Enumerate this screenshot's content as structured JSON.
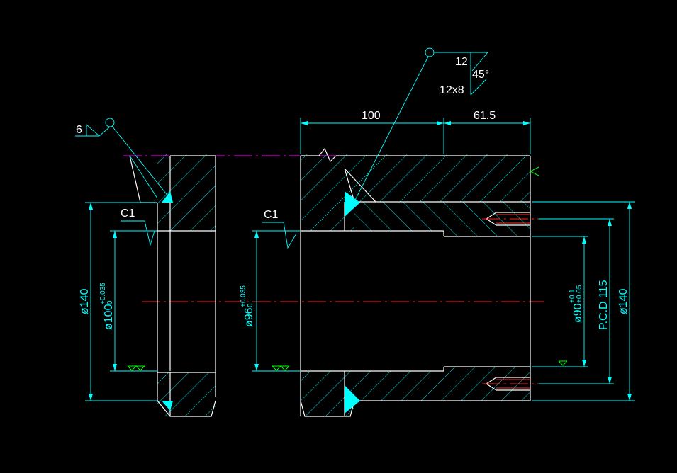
{
  "colors": {
    "background": "#000000",
    "outline": "#ffffff",
    "dimension": "#00ffff",
    "center_line": "#ff2020",
    "reference_line": "#ff00ff",
    "surface_symbol": "#00ff00",
    "thread": "#ff3030"
  },
  "left_part": {
    "weld_size": "6",
    "chamfer": "C1",
    "od": "ø140",
    "bore": "ø100",
    "bore_tol_upper": "+0.035",
    "bore_tol_lower": "0"
  },
  "right_part": {
    "length_total": "100",
    "length_step": "61.5",
    "weld_size": "12",
    "weld_angle": "45°",
    "weld_detail": "12x8",
    "chamfer": "C1",
    "bore": "ø96",
    "bore_tol_upper": "+0.035",
    "bore_tol_lower": "0",
    "inner_bore": "ø90",
    "inner_tol_upper": "+0.1",
    "inner_tol_lower": "+0.05",
    "pcd": "P.C.D 115",
    "od": "ø140"
  }
}
